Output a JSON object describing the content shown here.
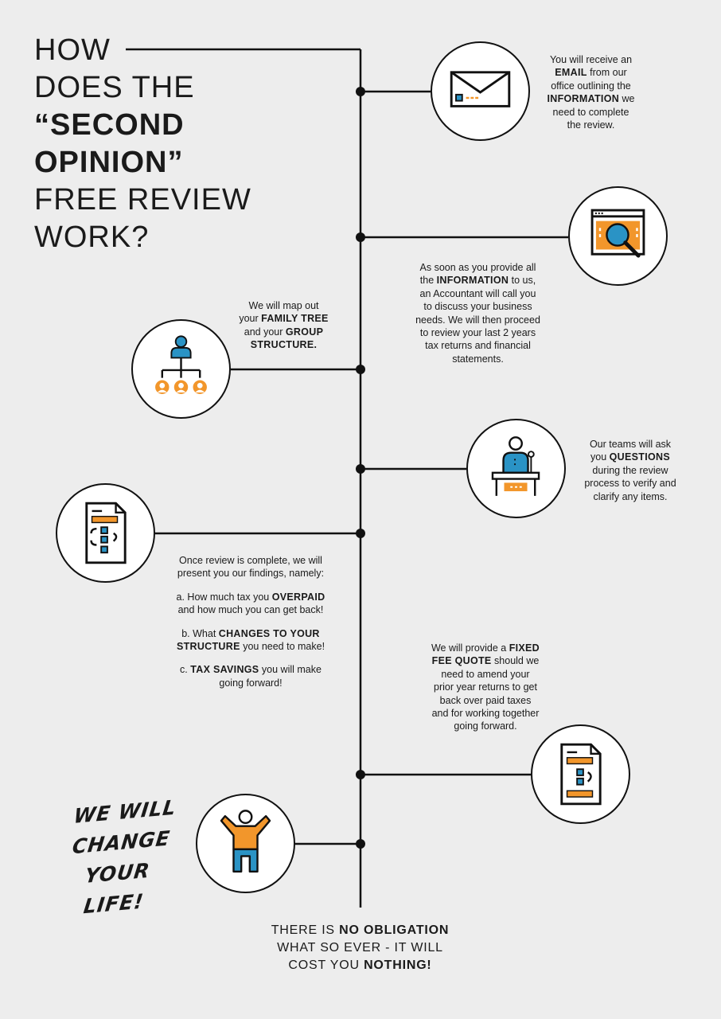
{
  "colors": {
    "accent_orange": "#f2962b",
    "accent_blue": "#2a93c5",
    "line": "#111111",
    "background": "#ededed"
  },
  "title": {
    "lines": [
      {
        "text": "HOW",
        "bold": false
      },
      {
        "text": "DOES THE",
        "bold": false
      },
      {
        "text": "“SECOND",
        "bold": true
      },
      {
        "text": "OPINION”",
        "bold": true
      },
      {
        "text": "FREE REVIEW",
        "bold": false
      },
      {
        "text": "WORK?",
        "bold": false
      }
    ]
  },
  "steps": [
    {
      "icon": "envelope-icon",
      "paragraphs": [
        {
          "text": "You will receive an\n**EMAIL** from our\noffice outlining the\n**INFORMATION** we\nneed to complete\nthe review."
        }
      ]
    },
    {
      "icon": "browser-search-icon",
      "paragraphs": [
        {
          "text": "As soon as you provide all\nthe **INFORMATION** to us,\nan Accountant will call you\nto discuss your business\nneeds. We will then proceed\nto review your last 2 years\ntax returns and financial\nstatements."
        }
      ]
    },
    {
      "icon": "org-chart-icon",
      "paragraphs": [
        {
          "text": "We will map out\nyour **FAMILY TREE**\nand your **GROUP**\n**STRUCTURE.**"
        }
      ]
    },
    {
      "icon": "person-at-desk-icon",
      "paragraphs": [
        {
          "text": "Our teams will ask\nyou **QUESTIONS**\nduring the review\nprocess to verify and\nclarify any items."
        }
      ]
    },
    {
      "icon": "findings-document-icon",
      "paragraphs": [
        {
          "text": "Once review is complete, we will\npresent you our findings, namely:"
        },
        {
          "text": "a. How much tax you **OVERPAID**\nand how much you can get back!"
        },
        {
          "text": "b. What **CHANGES TO YOUR**\n**STRUCTURE** you need to make!"
        },
        {
          "text": "c. **TAX SAVINGS** you will make\ngoing forward!"
        }
      ]
    },
    {
      "icon": "quote-document-icon",
      "paragraphs": [
        {
          "text": "We will provide a **FIXED**\n**FEE QUOTE** should we\nneed to amend your\nprior year returns to get\nback over paid taxes\nand for working together\ngoing forward."
        }
      ]
    },
    {
      "icon": "celebrating-person-icon",
      "paragraphs": []
    }
  ],
  "slogan": {
    "lines": [
      "WE WILL",
      "CHANGE",
      "YOUR LIFE!"
    ]
  },
  "footer": {
    "lines": [
      "THERE IS **NO OBLIGATION**",
      "WHAT SO EVER - IT WILL",
      "COST YOU **NOTHING!**"
    ]
  }
}
